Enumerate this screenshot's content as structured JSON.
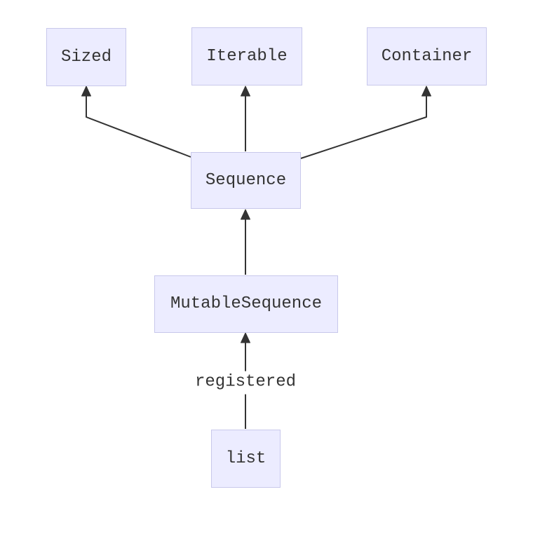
{
  "diagram": {
    "type": "flowchart",
    "direction": "bottom-to-top",
    "nodes": [
      {
        "id": "sized",
        "label": "Sized"
      },
      {
        "id": "iterable",
        "label": "Iterable"
      },
      {
        "id": "container",
        "label": "Container"
      },
      {
        "id": "sequence",
        "label": "Sequence"
      },
      {
        "id": "mutablesequence",
        "label": "MutableSequence"
      },
      {
        "id": "list",
        "label": "list"
      }
    ],
    "edges": [
      {
        "from": "sequence",
        "to": "sized",
        "label": "",
        "arrow": "triangle"
      },
      {
        "from": "sequence",
        "to": "iterable",
        "label": "",
        "arrow": "triangle"
      },
      {
        "from": "sequence",
        "to": "container",
        "label": "",
        "arrow": "triangle"
      },
      {
        "from": "mutablesequence",
        "to": "sequence",
        "label": "",
        "arrow": "triangle"
      },
      {
        "from": "list",
        "to": "mutablesequence",
        "label": "registered",
        "arrow": "triangle"
      }
    ]
  },
  "colors": {
    "background": "#ffffff",
    "node_fill": "#ECECFF",
    "node_border": "#C8C8EB",
    "edge_line": "#333333",
    "text": "#333333"
  }
}
